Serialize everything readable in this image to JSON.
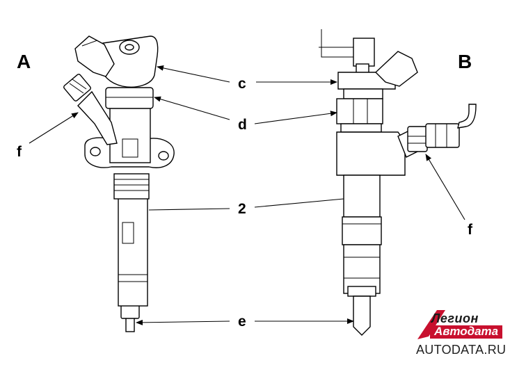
{
  "views": {
    "left_view": "A",
    "right_view": "B"
  },
  "labels": {
    "c": "c",
    "d": "d",
    "two": "2",
    "e": "e",
    "f_left": "f",
    "f_right": "f"
  },
  "watermark": {
    "line1": "Легион",
    "line2": "Автодата",
    "url": "AUTODATA.RU",
    "accent_color": "#c8102e"
  }
}
